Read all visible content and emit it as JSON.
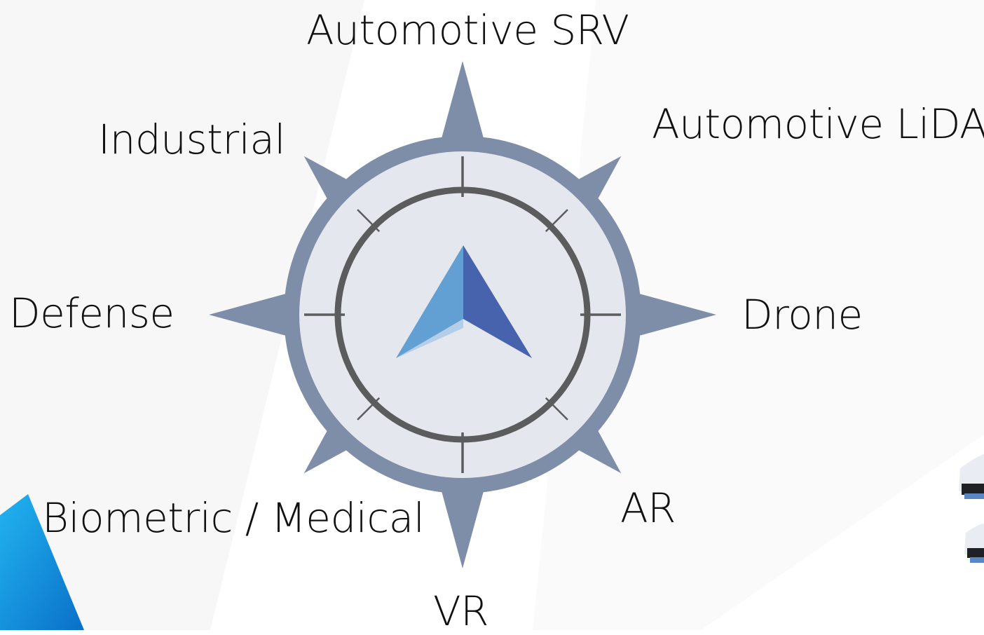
{
  "diagram": {
    "labels": {
      "n": "Automotive SRV",
      "ne": "Automotive LiDAR",
      "e": "Drone",
      "se": "AR",
      "s": "VR",
      "sw": "Biometric / Medical",
      "w": "Defense",
      "nw": "Industrial"
    },
    "colors": {
      "compass_ring": "#7f8ea8",
      "compass_face": "#e4e7ed",
      "inner_ring": "#5b5c5e",
      "arrow_light": "#62a0d3",
      "arrow_dark": "#4863ad",
      "background_accent": "#0a8fd8"
    },
    "icons": [
      "compass-icon",
      "navigation-arrow-icon"
    ]
  }
}
